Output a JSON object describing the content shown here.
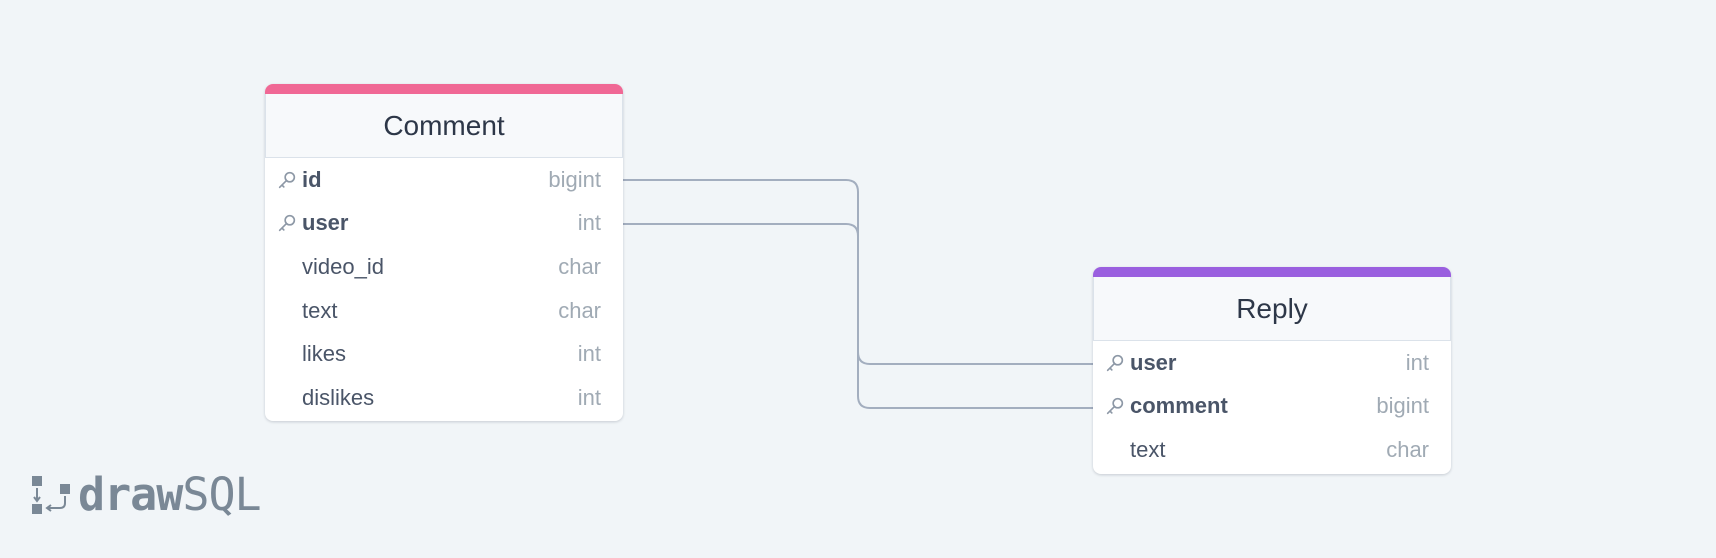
{
  "colors": {
    "comment_accent": "#f06895",
    "reply_accent": "#9a5fdf",
    "link": "#a3aebf",
    "background": "#f1f5f8"
  },
  "logo": {
    "part1": "draw",
    "part2": "SQL"
  },
  "tables": {
    "comment": {
      "name": "Comment",
      "columns": [
        {
          "name": "id",
          "type": "bigint",
          "key": true
        },
        {
          "name": "user",
          "type": "int",
          "key": true
        },
        {
          "name": "video_id",
          "type": "char",
          "key": false
        },
        {
          "name": "text",
          "type": "char",
          "key": false
        },
        {
          "name": "likes",
          "type": "int",
          "key": false
        },
        {
          "name": "dislikes",
          "type": "int",
          "key": false
        }
      ]
    },
    "reply": {
      "name": "Reply",
      "columns": [
        {
          "name": "user",
          "type": "int",
          "key": true
        },
        {
          "name": "comment",
          "type": "bigint",
          "key": true
        },
        {
          "name": "text",
          "type": "char",
          "key": false
        }
      ]
    }
  },
  "relations": [
    {
      "from": "Comment.id",
      "to": "Reply.comment"
    },
    {
      "from": "Comment.user",
      "to": "Reply.user"
    }
  ]
}
